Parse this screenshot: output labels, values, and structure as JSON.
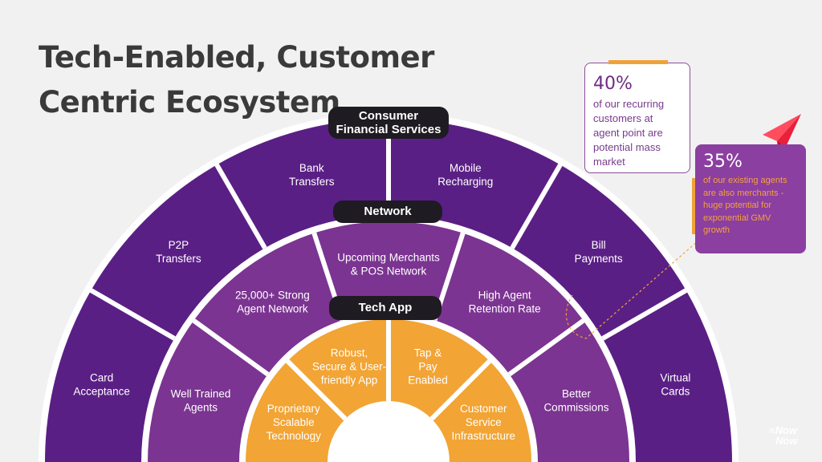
{
  "title": {
    "line1": "Tech-Enabled, Customer",
    "line2": "Centric Ecosystem"
  },
  "layers": {
    "outer": {
      "label": "Consumer\nFinancial Services",
      "color": "#5a1f85",
      "segments": [
        "Card\nAcceptance",
        "P2P\nTransfers",
        "Bank\nTransfers",
        "Mobile\nRecharging",
        "Bill\nPayments",
        "Virtual\nCards"
      ]
    },
    "middle": {
      "label": "Network",
      "color": "#7b3491",
      "segments": [
        "Well Trained\nAgents",
        "25,000+ Strong\nAgent Network",
        "Upcoming Merchants\n& POS Network",
        "High Agent\nRetention Rate",
        "Better\nCommissions"
      ]
    },
    "inner": {
      "label": "Tech App",
      "color": "#f2a434",
      "segments": [
        "Proprietary\nScalable\nTechnology",
        "Robust,\nSecure & User-\nfriendly App",
        "Tap &\nPay\nEnabled",
        "Customer\nService\nInfrastructure"
      ]
    }
  },
  "stats": [
    {
      "value": "40%",
      "text": "of our recurring customers at agent point are potential mass market"
    },
    {
      "value": "35%",
      "text": "of our existing agents are also merchants - huge potential for exponential GMV growth"
    }
  ],
  "logo": {
    "line1": "≡Now",
    "line2": "Now"
  },
  "colors": {
    "accent": "#f2a434",
    "dark": "#1f1b22",
    "purple_dark": "#5a1f85",
    "purple_mid": "#7b3491"
  }
}
